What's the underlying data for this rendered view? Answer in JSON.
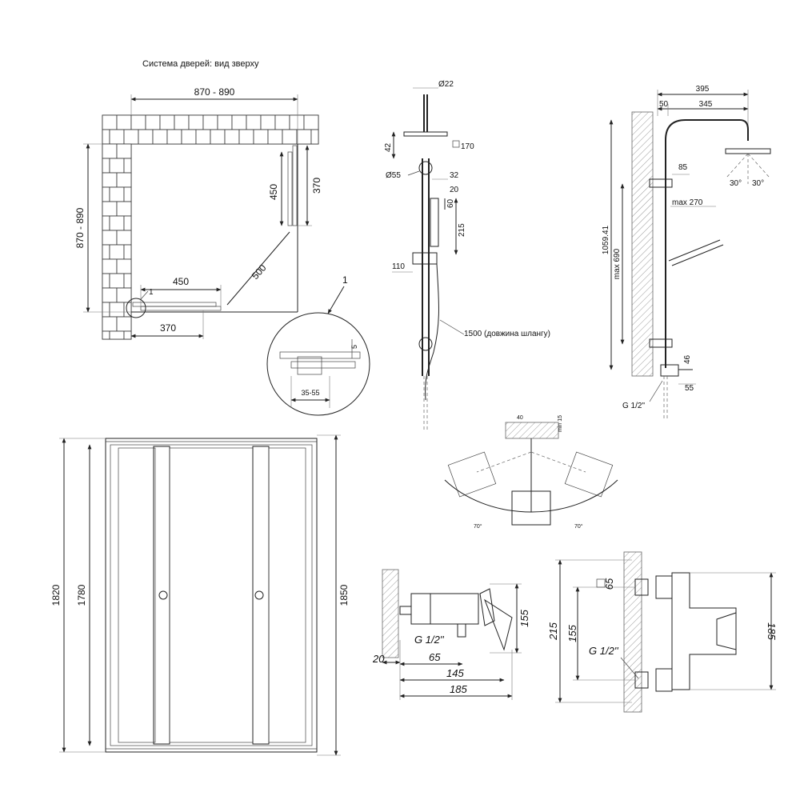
{
  "top_view": {
    "title": "Система дверей: вид зверху",
    "width_dim": "870 - 890",
    "depth_dim": "870 - 890",
    "dim_450_vertical": "450",
    "dim_370_vertical": "370",
    "dim_500_diag": "500",
    "dim_450_horizontal": "450",
    "dim_370_horizontal": "370",
    "callout_small": "1"
  },
  "detail_1": {
    "callout": "1",
    "dim_5": "5",
    "dim_35_55": "35-55"
  },
  "shower_column_front": {
    "d22": "Ø22",
    "d170": "170",
    "d42": "42",
    "d55": "Ø55",
    "d32": "32",
    "d20": "20",
    "d60": "60",
    "d215": "215",
    "d110": "110",
    "hose": "1500 (довжина шлангу)"
  },
  "shower_column_side": {
    "d395": "395",
    "d50": "50",
    "d345": "345",
    "d85": "85",
    "max270": "max 270",
    "total": "1059.41",
    "max690": "max 690",
    "d46": "46",
    "d55": "55",
    "g12": "G 1/2\"",
    "angle_left": "30°",
    "angle_right": "30°"
  },
  "swivel_view": {
    "d40": "40",
    "min15": "min 15",
    "angle_left": "70°",
    "angle_right": "70°"
  },
  "enclosure_front": {
    "d1820": "1820",
    "d1780": "1780",
    "d1850": "1850"
  },
  "mixer_side": {
    "d155": "155",
    "d20": "20",
    "d65": "65",
    "d145": "145",
    "d185": "185",
    "g12": "G 1/2''"
  },
  "mixer_front": {
    "d215": "215",
    "d155": "155",
    "d65": "65",
    "d185": "185",
    "g12": "G 1/2''"
  }
}
